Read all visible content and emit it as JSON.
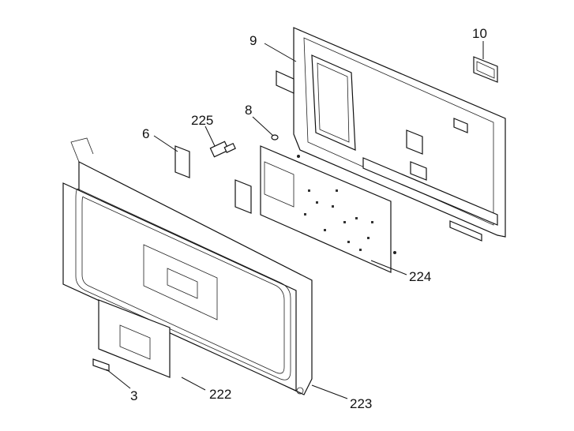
{
  "diagram": {
    "title": "Control panel assembly exploded view",
    "callouts": {
      "p9": "9",
      "p10": "10",
      "p8": "8",
      "p225": "225",
      "p6": "6",
      "p224": "224",
      "p3": "3",
      "p222": "222",
      "p223": "223"
    }
  }
}
